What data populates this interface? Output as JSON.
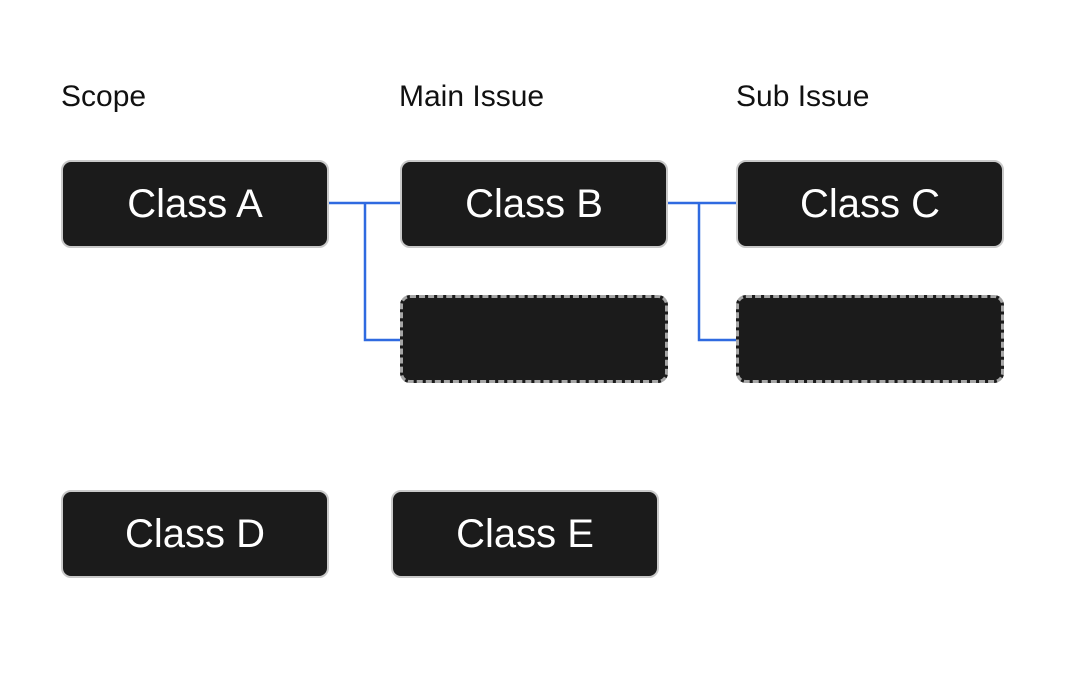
{
  "headers": {
    "scope": "Scope",
    "main_issue": "Main Issue",
    "sub_issue": "Sub Issue"
  },
  "nodes": {
    "class_a": "Class A",
    "class_b": "Class B",
    "class_c": "Class C",
    "class_d": "Class D",
    "class_e": "Class E"
  },
  "colors": {
    "connector": "#2f6ae0",
    "node_fill": "#1b1b1b",
    "node_border": "#c9c9c9",
    "node_text": "#ffffff"
  }
}
